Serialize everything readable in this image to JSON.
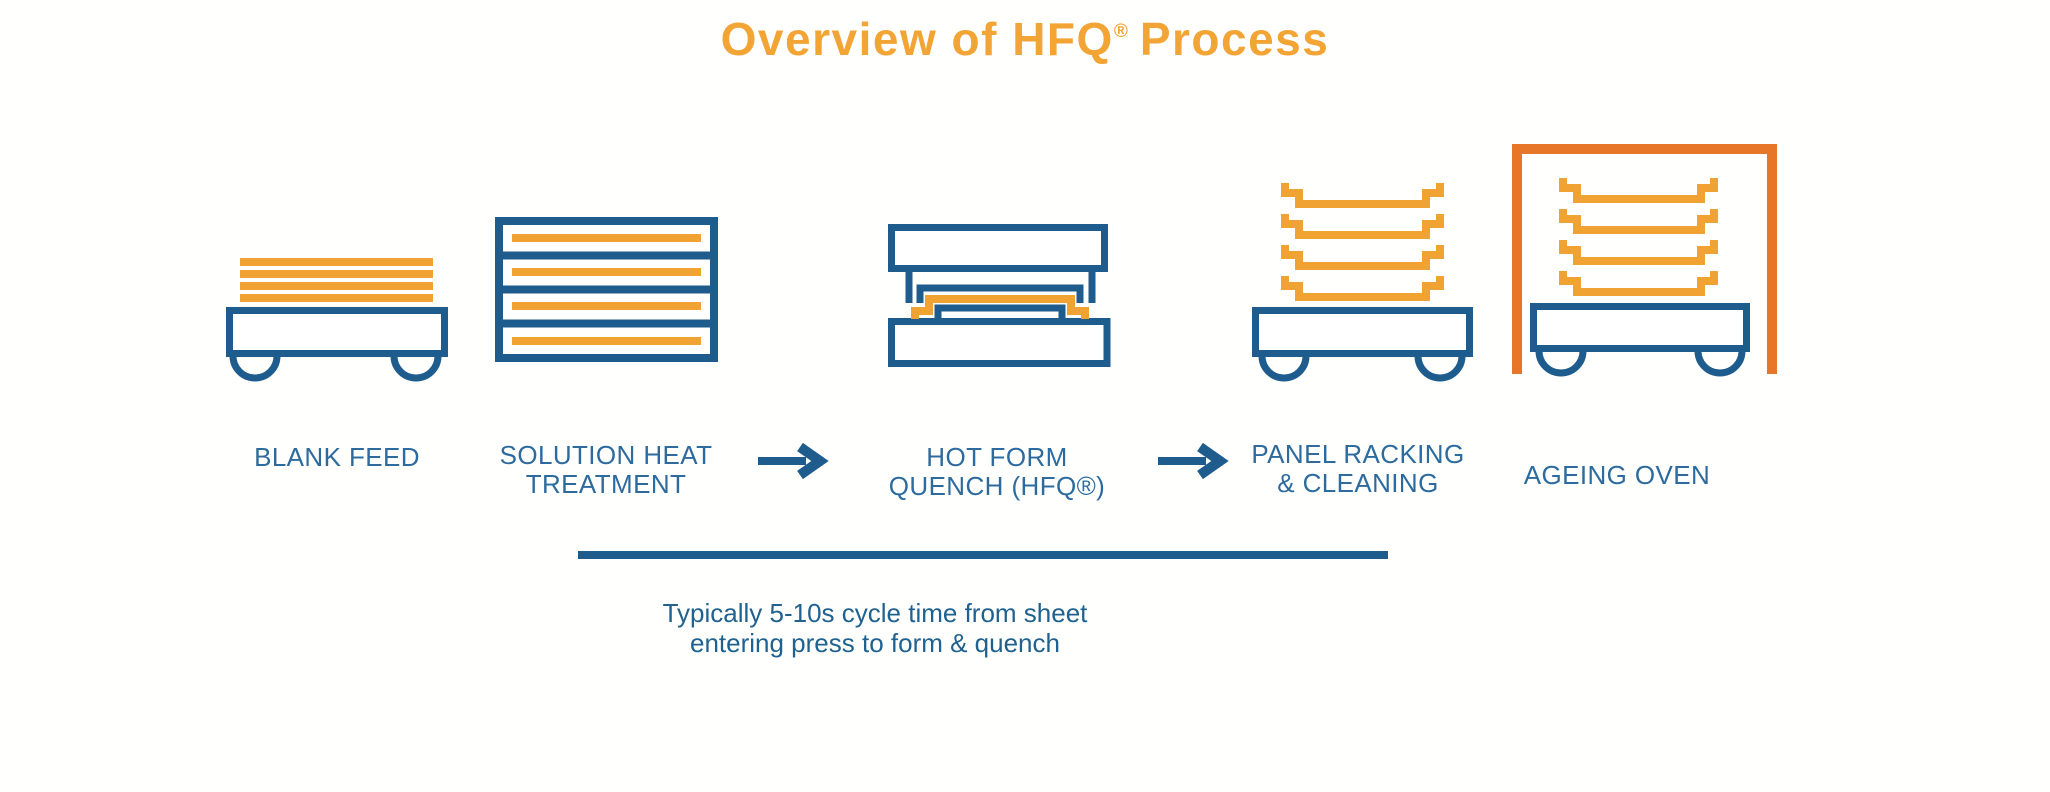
{
  "title": {
    "prefix": "Overview of HFQ",
    "registered": "®",
    "suffix": "Process"
  },
  "stages": [
    {
      "id": "blank-feed",
      "icon": "cart-with-sheet-stack-icon",
      "label_lines": [
        "BLANK FEED"
      ]
    },
    {
      "id": "solution-heat-treatment",
      "icon": "furnace-shelves-icon",
      "label_lines": [
        "SOLUTION HEAT",
        "TREATMENT"
      ]
    },
    {
      "id": "hot-form-quench",
      "icon": "press-with-formed-sheet-icon",
      "label_lines": [
        "HOT FORM",
        "QUENCH (HFQ®)"
      ]
    },
    {
      "id": "panel-racking-cleaning",
      "icon": "cart-with-stacked-panels-icon",
      "label_lines": [
        "PANEL RACKING",
        "& CLEANING"
      ]
    },
    {
      "id": "ageing-oven",
      "icon": "oven-enclosure-with-cart-icon",
      "label_lines": [
        "AGEING OVEN"
      ]
    }
  ],
  "connectors": {
    "arrow_icon": "right-arrow",
    "count": 2,
    "between": [
      [
        "SOLUTION HEAT TREATMENT",
        "HOT FORM QUENCH (HFQ®)"
      ],
      [
        "HOT FORM QUENCH (HFQ®)",
        "PANEL RACKING & CLEANING"
      ]
    ]
  },
  "cycle_note": {
    "line1": "Typically 5-10s cycle time from sheet",
    "line2": "entering press to form & quench"
  },
  "colors": {
    "title_orange": "#F2A435",
    "icon_orange": "#F0A232",
    "oven_orange": "#E87629",
    "icon_blue": "#1F5C8E",
    "label_blue": "#2D6B9E",
    "caption_blue": "#20628F",
    "background": "#FFFFFE"
  }
}
